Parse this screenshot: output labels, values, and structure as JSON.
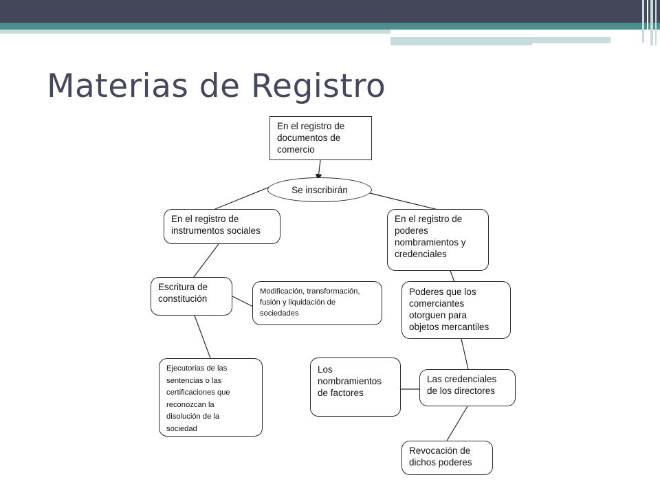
{
  "slide": {
    "title": "Materias de Registro"
  },
  "diagram": {
    "root": "En el registro de\ndocumentos de\ncomercio",
    "hub": "Se inscribirán",
    "left_branch": "En el registro de\ninstrumentos sociales",
    "right_branch": "En el registro de\npoderes\nnombramientos y\ncredenciales",
    "escritura": "Escritura de\nconstitución",
    "modificacion": "Modificación, transformación,\nfusión y liquidación de\nsociedades",
    "ejecutorias": "Ejecutorias de las\nsentencias o las\ncertificaciones que\nreconozcan la\ndisolución de la\nsociedad",
    "poderes": "Poderes que los\ncomerciantes\notorguen para\nobjetos mercantiles",
    "nombramientos": "Los\nnombramientos\nde factores",
    "credenciales": "Las credenciales\nde los directores",
    "revocacion": "Revocación de\ndichos poderes"
  },
  "colors": {
    "header_dark": "#44465a",
    "header_teal": "#4a8f8c",
    "header_light": "#c9dcdd",
    "title_text": "#45475a"
  }
}
